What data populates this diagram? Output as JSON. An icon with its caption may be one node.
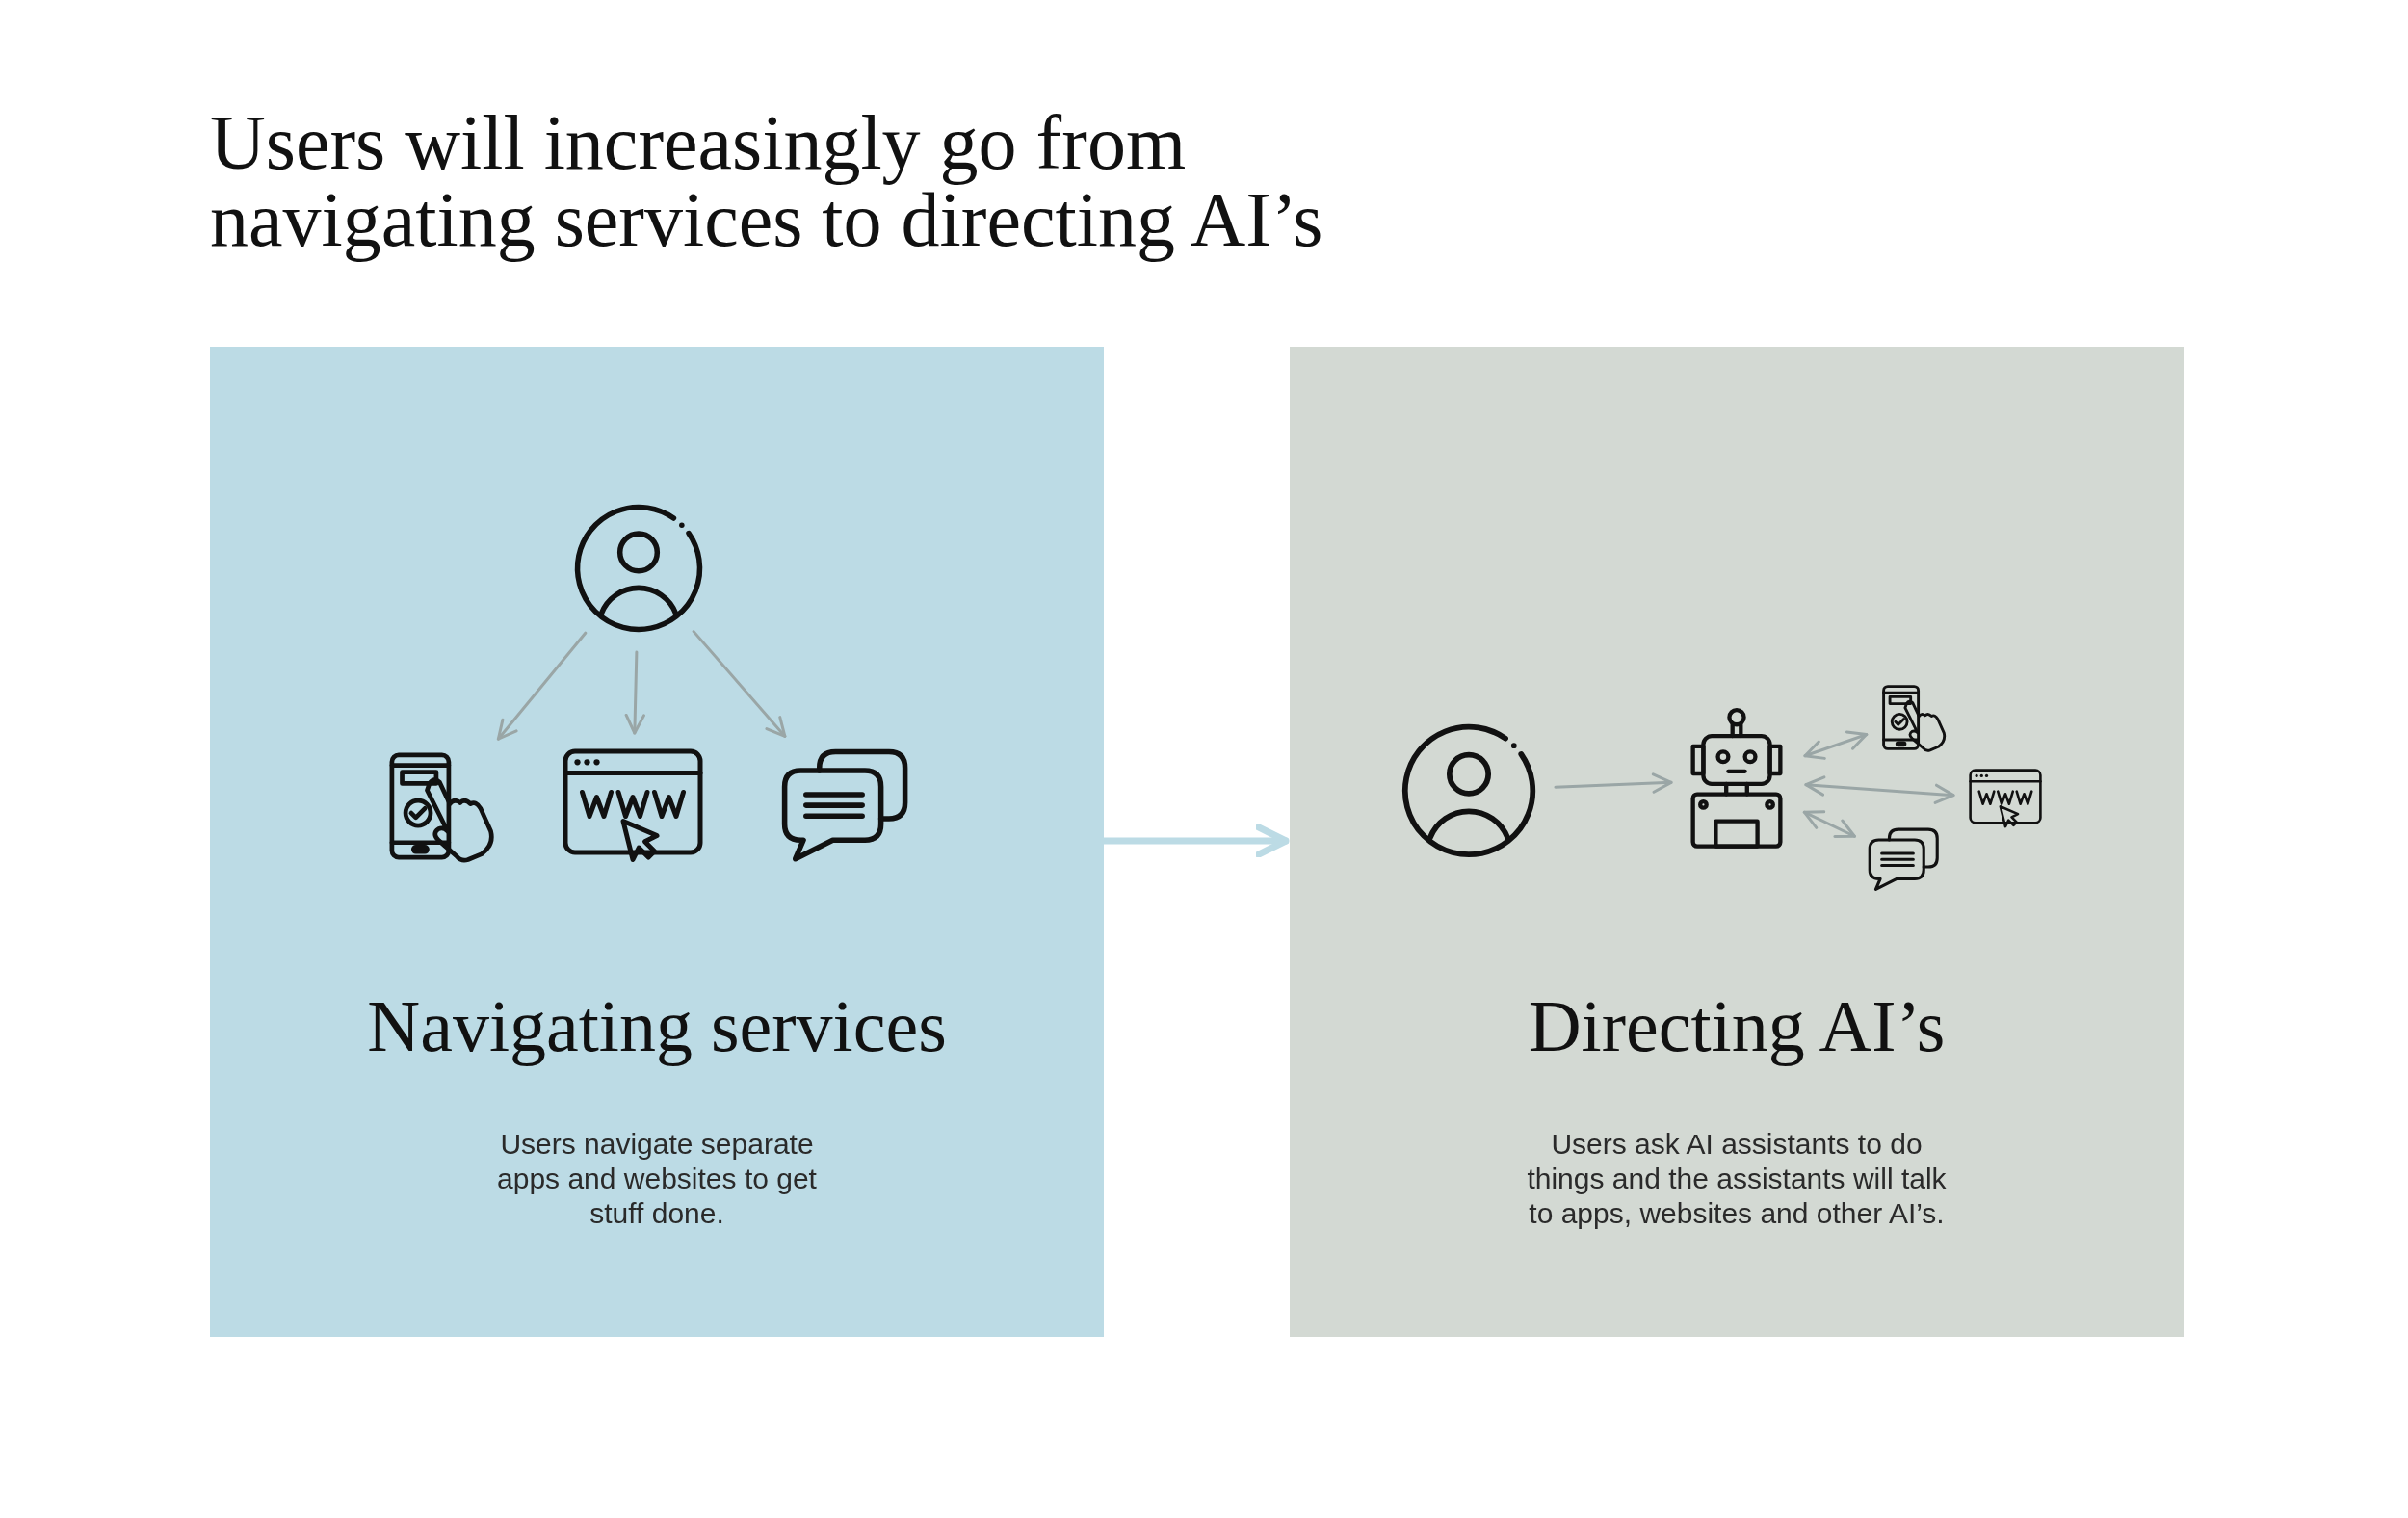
{
  "diagram": {
    "title": "Users will increasingly go from navigating services to directing AI’s",
    "nodes": [
      {
        "text": [
          "Navigating services",
          "Users navigate separate apps and websites to get stuff done."
        ]
      },
      {
        "text": [],
        "shape": "person",
        "in": 0
      },
      {
        "text": [],
        "shape": "phone",
        "in": 0
      },
      {
        "text": [],
        "shape": "browser",
        "in": 0
      },
      {
        "text": [],
        "shape": "chat",
        "in": 0
      },
      {
        "text": [
          "Directing AI’s",
          "Users ask AI assistants to do things and the assistants will talk to apps, websites and other AI’s."
        ]
      },
      {
        "text": [],
        "shape": "person",
        "in": 5
      },
      {
        "text": [],
        "shape": "robot",
        "in": 5
      },
      {
        "text": [],
        "shape": "phone",
        "in": 5
      },
      {
        "text": [],
        "shape": "browser",
        "in": 5
      },
      {
        "text": [],
        "shape": "chat",
        "in": 5
      }
    ],
    "edges": [
      {
        "from": 1,
        "to": 2,
        "arrow": "to"
      },
      {
        "from": 1,
        "to": 3,
        "arrow": "to"
      },
      {
        "from": 1,
        "to": 4,
        "arrow": "to"
      },
      {
        "from": 0,
        "to": 5,
        "arrow": "to",
        "style": "thick",
        "color": "#bcdbe5"
      },
      {
        "from": 6,
        "to": 7,
        "arrow": "to"
      },
      {
        "from": 7,
        "to": 8,
        "arrow": "both"
      },
      {
        "from": 7,
        "to": 9,
        "arrow": "both"
      },
      {
        "from": 7,
        "to": 10,
        "arrow": "both"
      }
    ]
  }
}
